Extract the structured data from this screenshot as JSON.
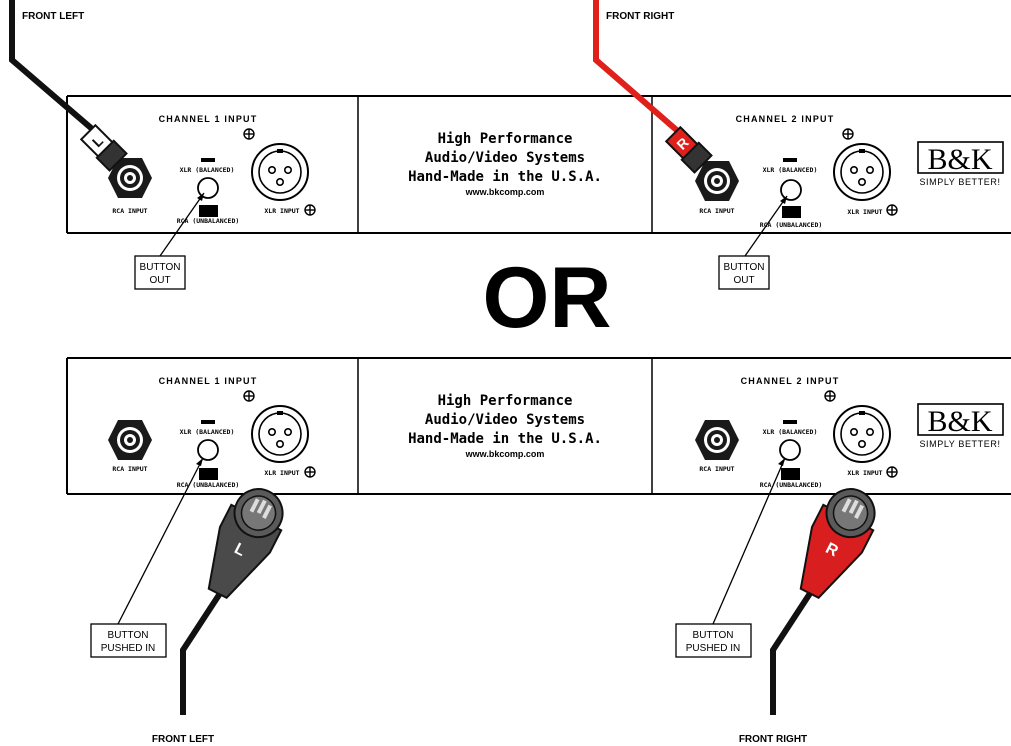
{
  "top_config": {
    "left_label": "FRONT LEFT",
    "right_label": "FRONT RIGHT",
    "ch1_title": "CHANNEL 1 INPUT",
    "ch2_title": "CHANNEL 2 INPUT",
    "rca_input": "RCA INPUT",
    "xlr_input": "XLR INPUT",
    "xlr_balanced": "XLR (BALANCED)",
    "rca_unbalanced": "RCA (UNBALANCED)",
    "center_line1": "High Performance",
    "center_line2": "Audio/Video Systems",
    "center_line3": "Hand-Made in the U.S.A.",
    "center_url": "www.bkcomp.com",
    "callout_line1": "BUTTON",
    "callout_line2": "OUT",
    "plug_left_letter": "L",
    "plug_right_letter": "R"
  },
  "separator": "OR",
  "bottom_config": {
    "left_label": "FRONT LEFT",
    "right_label": "FRONT RIGHT",
    "ch1_title": "CHANNEL 1 INPUT",
    "ch2_title": "CHANNEL 2 INPUT",
    "rca_input": "RCA INPUT",
    "xlr_input": "XLR INPUT",
    "xlr_balanced": "XLR (BALANCED)",
    "rca_unbalanced": "RCA (UNBALANCED)",
    "center_line1": "High Performance",
    "center_line2": "Audio/Video Systems",
    "center_line3": "Hand-Made in the U.S.A.",
    "center_url": "www.bkcomp.com",
    "callout_line1": "BUTTON",
    "callout_line2": "PUSHED IN",
    "plug_left_letter": "L",
    "plug_right_letter": "R"
  },
  "logo": {
    "brand": "B&K",
    "tagline": "SIMPLY BETTER!"
  },
  "colors": {
    "red_cable": "#e0201b",
    "black_cable": "#111111",
    "plug_gray": "#4a4a4a",
    "plug_red": "#d81e1e"
  }
}
